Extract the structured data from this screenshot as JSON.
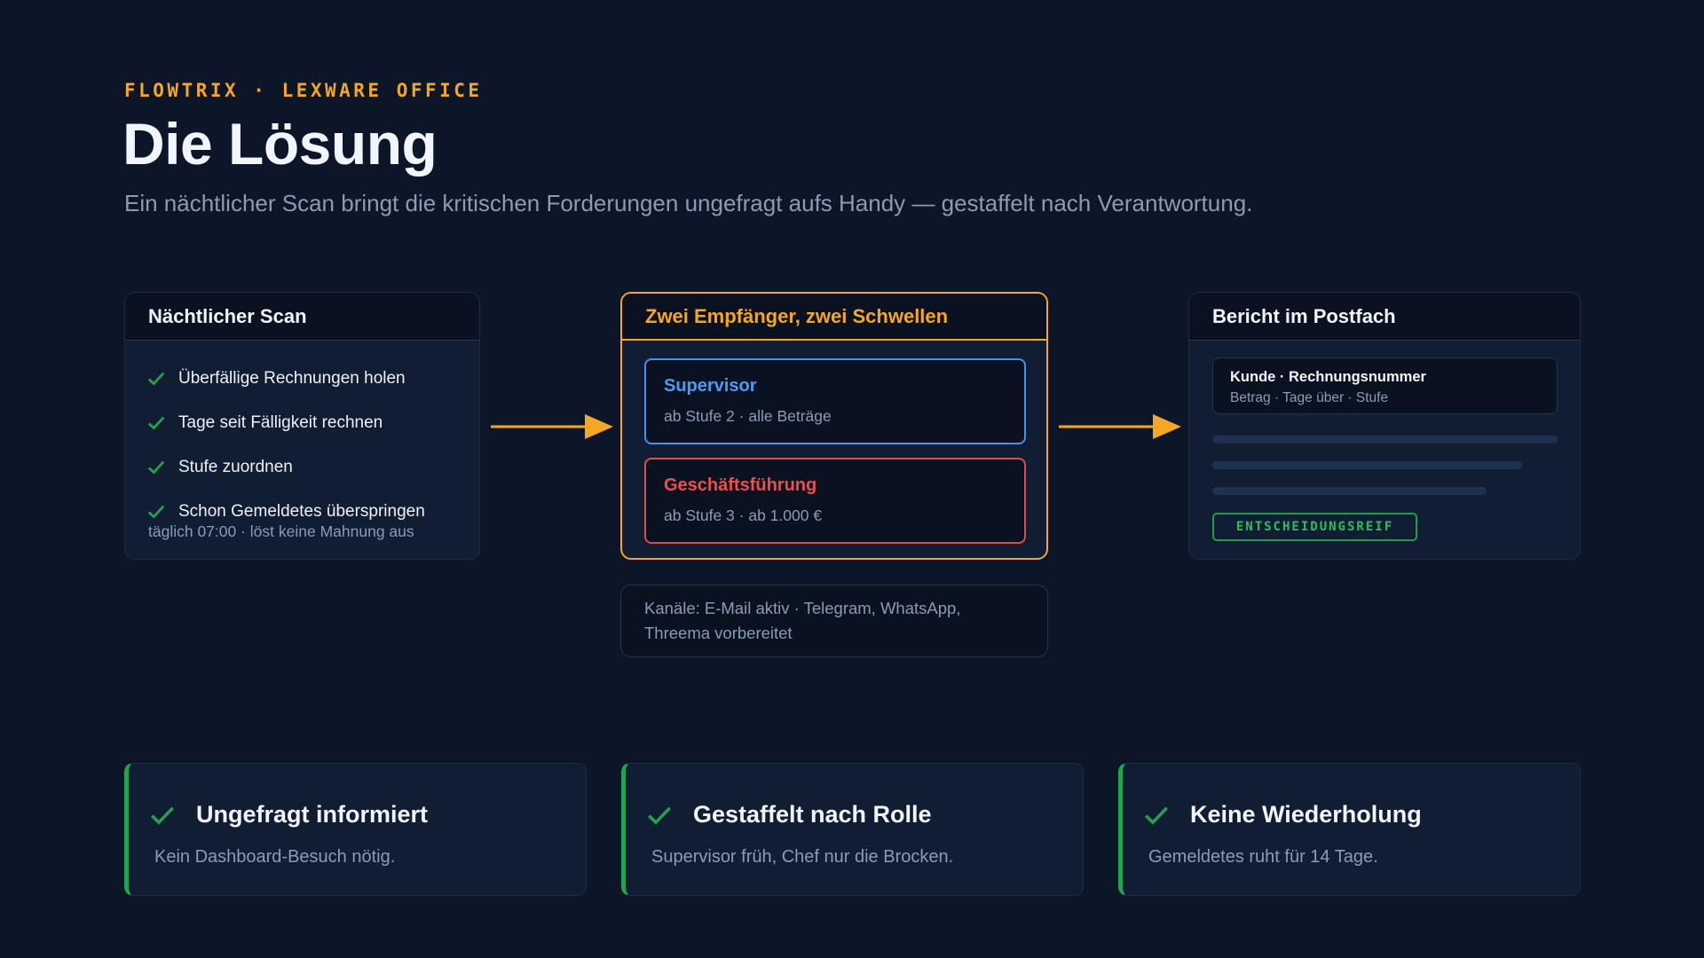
{
  "header": {
    "eyebrow": "FLOWTRIX · LEXWARE OFFICE",
    "title": "Die Lösung",
    "subtitle": "Ein nächtlicher Scan bringt die kritischen Forderungen ungefragt aufs Handy — gestaffelt nach Verantwortung."
  },
  "scan": {
    "title": "Nächtlicher Scan",
    "steps": [
      "Überfällige Rechnungen holen",
      "Tage seit Fälligkeit rechnen",
      "Stufe zuordnen",
      "Schon Gemeldetes überspringen"
    ],
    "note": "täglich 07:00 · löst keine Mahnung aus"
  },
  "router": {
    "title": "Zwei Empfänger, zwei Schwellen",
    "recipients": [
      {
        "name": "Supervisor",
        "rule": "ab Stufe 2 · alle Beträge",
        "color": "#4a9cf5"
      },
      {
        "name": "Geschäftsführung",
        "rule": "ab Stufe 3 · ab 1.000 €",
        "color": "#ef4d4d"
      }
    ],
    "channels_line1": "Kanäle: E-Mail aktiv · Telegram, WhatsApp,",
    "channels_line2": "Threema vorbereitet"
  },
  "report": {
    "title": "Bericht im Postfach",
    "row_title": "Kunde · Rechnungsnummer",
    "row_sub": "Betrag · Tage über · Stufe",
    "badge": "ENTSCHEIDUNGSREIF"
  },
  "benefits": [
    {
      "title": "Ungefragt informiert",
      "text": "Kein Dashboard-Besuch nötig."
    },
    {
      "title": "Gestaffelt nach Rolle",
      "text": "Supervisor früh, Chef nur die Brocken."
    },
    {
      "title": "Keine Wiederholung",
      "text": "Gemeldetes ruht für 14 Tage."
    }
  ],
  "colors": {
    "background": "#0c1628",
    "accent": "#f5a623",
    "success": "#22a34f",
    "supervisor": "#4a9cf5",
    "management": "#ef4d4d"
  },
  "icons": {
    "check": "check-icon",
    "arrow": "arrow-right-icon"
  }
}
